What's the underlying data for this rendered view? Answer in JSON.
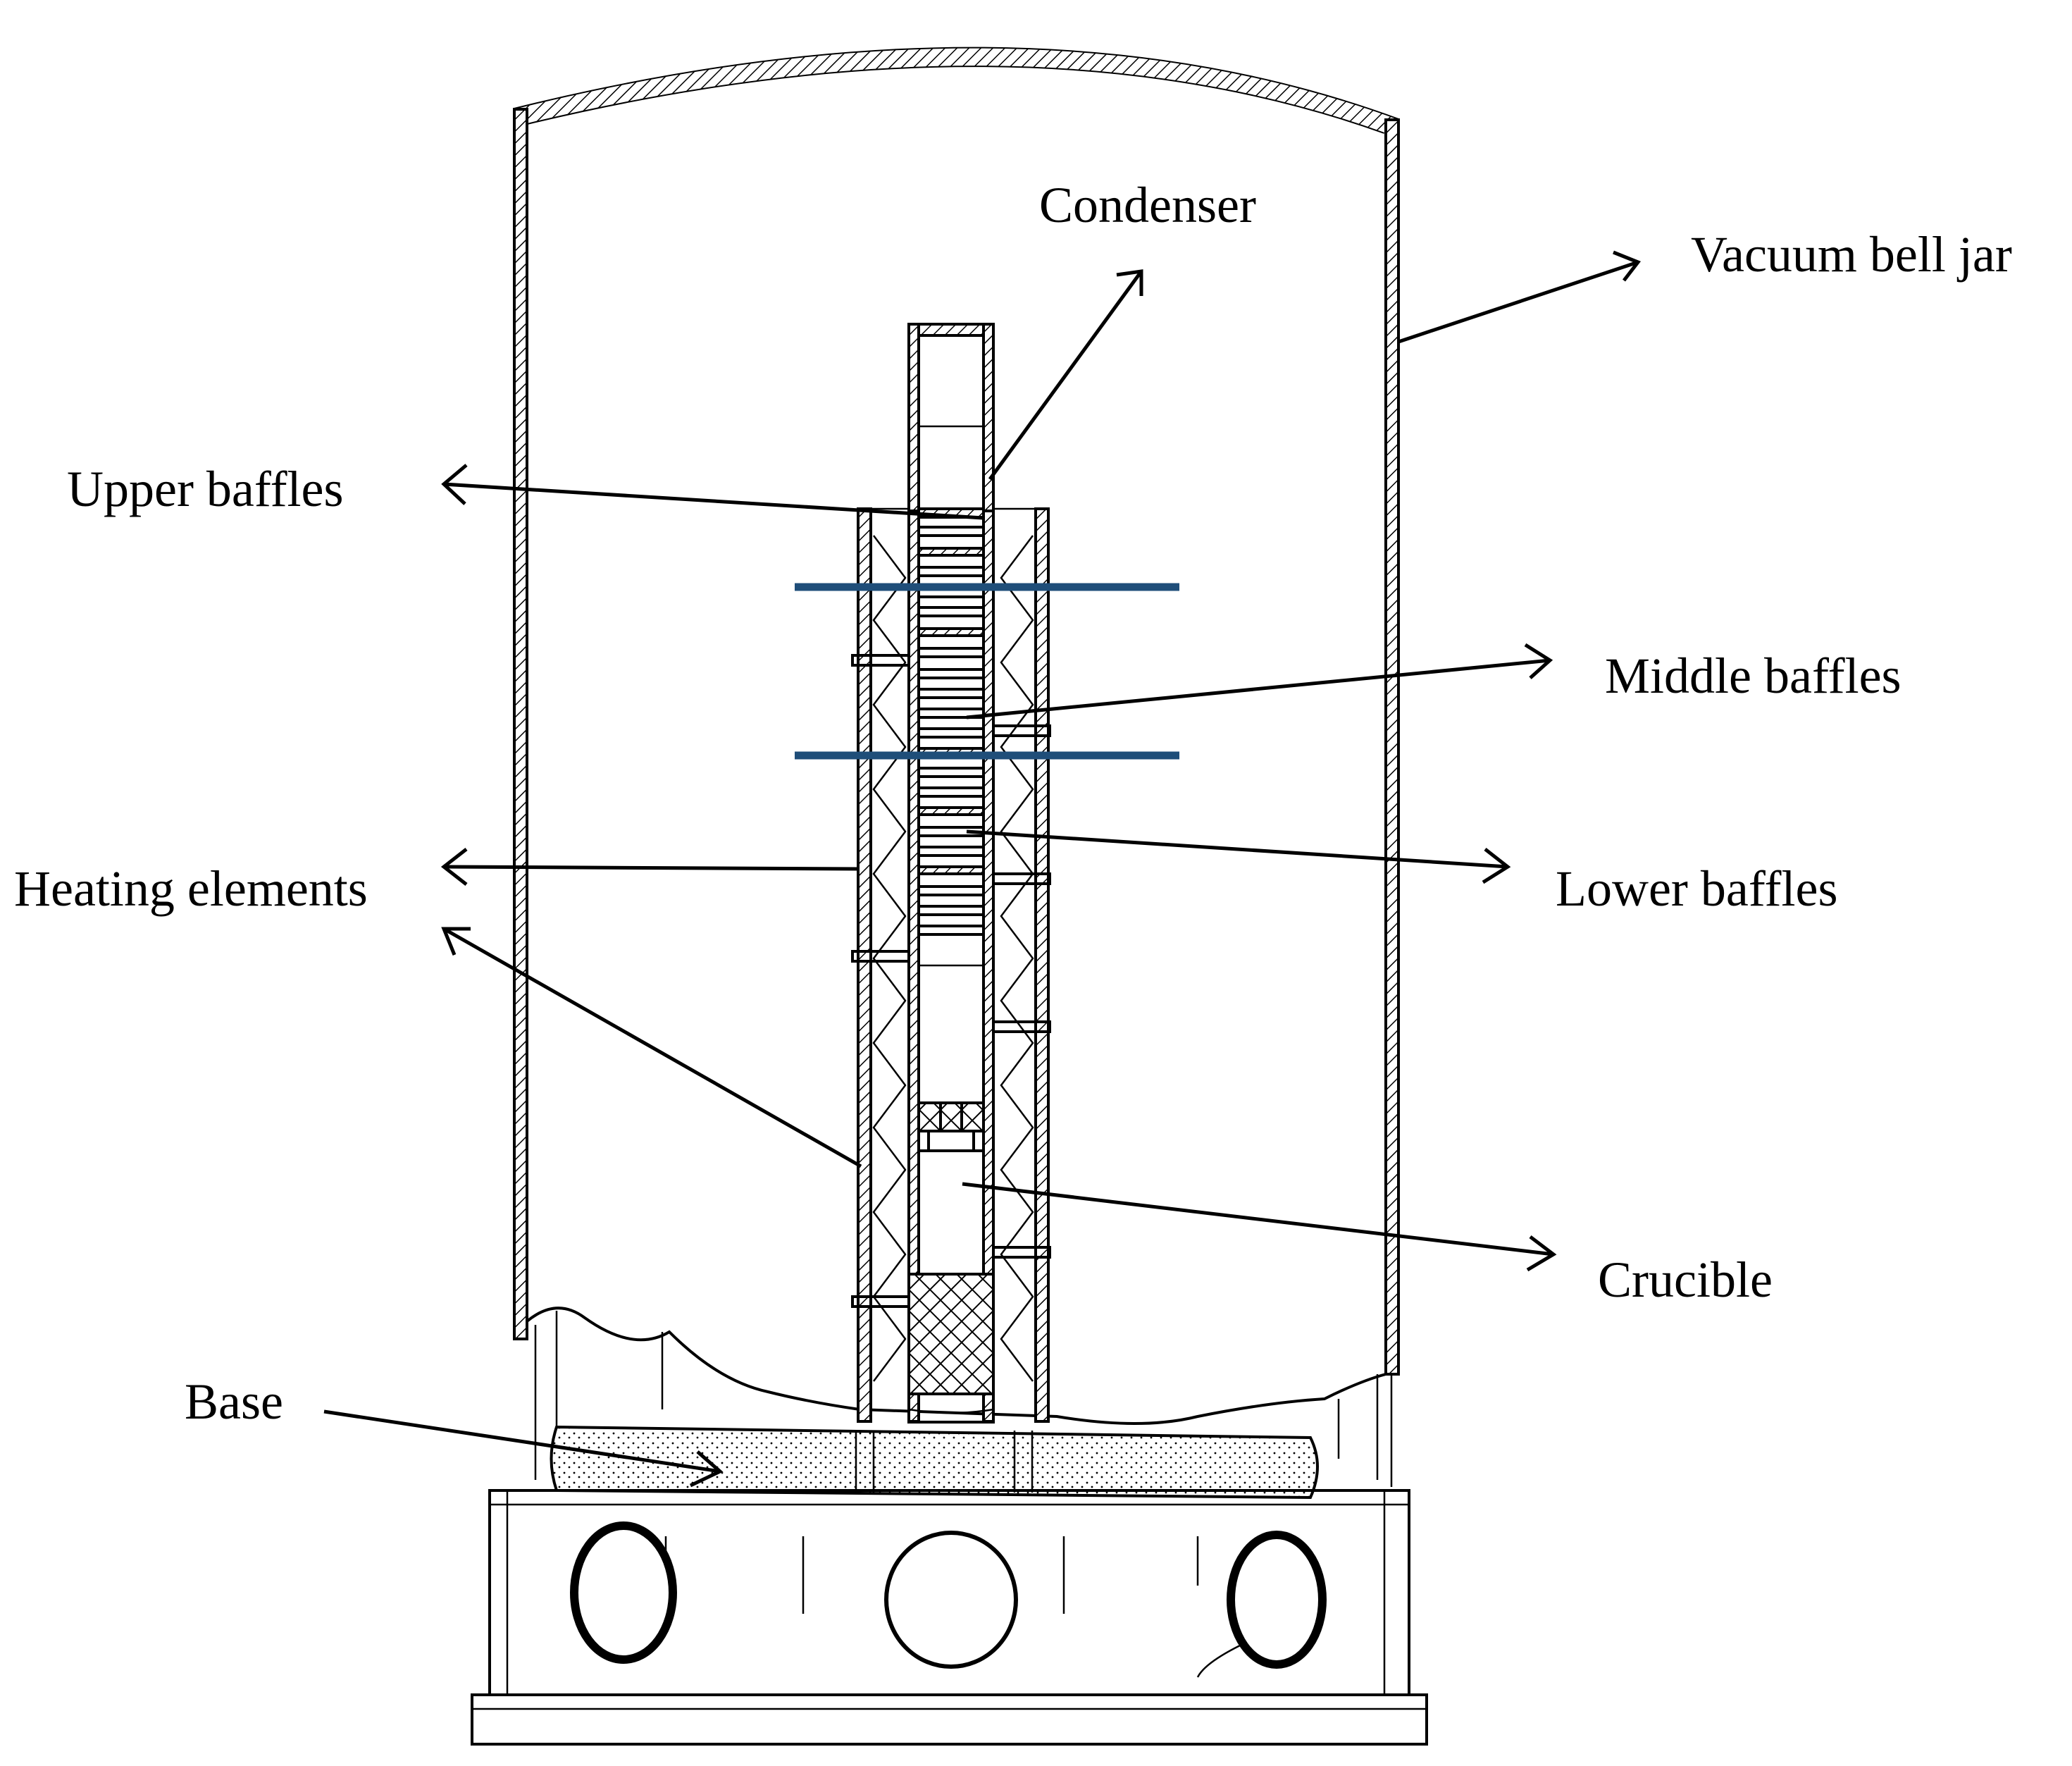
{
  "labels": {
    "condenser": "Condenser",
    "vacuum_bell_jar": "Vacuum bell jar",
    "upper_baffles": "Upper baffles",
    "middle_baffles": "Middle baffles",
    "heating_elements": "Heating elements",
    "lower_baffles": "Lower baffles",
    "crucible": "Crucible",
    "base": "Base"
  },
  "colors": {
    "divider_lines": "#1f4e79",
    "line_art": "#000000",
    "background": "#ffffff"
  }
}
